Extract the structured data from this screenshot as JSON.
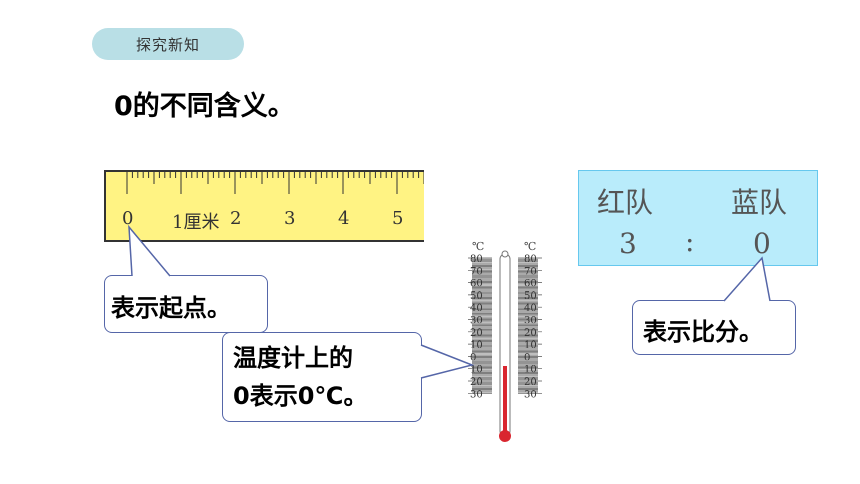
{
  "badge": "探究新知",
  "heading": "0的不同含义。",
  "ruler": {
    "numbers": [
      "0",
      "1厘米",
      "2",
      "3",
      "4",
      "5"
    ]
  },
  "bubbles": {
    "ruler_note": "表示起点。",
    "thermo_line1": "温度计上的",
    "thermo_line2": "0表示0℃。",
    "score_note": "表示比分。"
  },
  "scoreboard": {
    "red_label": "红队",
    "blue_label": "蓝队",
    "red_score": "3",
    "separator": ":",
    "blue_score": "0"
  },
  "thermometer": {
    "unit": "℃",
    "labels": [
      "80",
      "70",
      "60",
      "50",
      "40",
      "30",
      "20",
      "10",
      "0",
      "10",
      "20",
      "30"
    ]
  }
}
